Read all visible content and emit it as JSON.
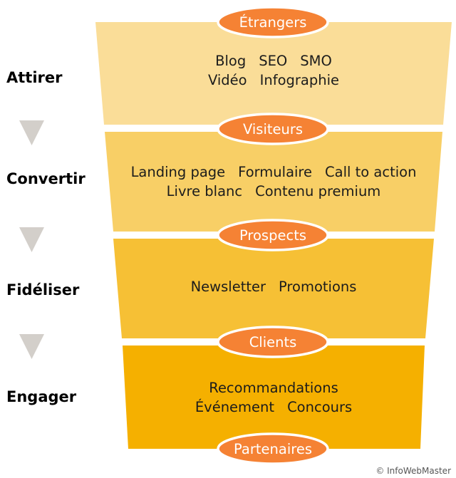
{
  "colors": {
    "segments": [
      "#FADD98",
      "#F8CF66",
      "#F6C035",
      "#F5B000"
    ],
    "pill_fill": "#F58234",
    "pill_stroke": "#FFFFFF",
    "arrow": "#D3CFCA",
    "text": "#1C1C1C",
    "credit": "#555555"
  },
  "stages": [
    {
      "label": "Attirer",
      "items_lines": [
        [
          "Blog",
          "SEO",
          "SMO"
        ],
        [
          "Vidéo",
          "Infographie"
        ]
      ]
    },
    {
      "label": "Convertir",
      "items_lines": [
        [
          "Landing page",
          "Formulaire",
          "Call to action"
        ],
        [
          "Livre blanc",
          "Contenu premium"
        ]
      ]
    },
    {
      "label": "Fidéliser",
      "items_lines": [
        [
          "Newsletter",
          "Promotions"
        ]
      ]
    },
    {
      "label": "Engager",
      "items_lines": [
        [
          "Recommandations"
        ],
        [
          "Événement",
          "Concours"
        ]
      ]
    }
  ],
  "audiences": [
    "Étrangers",
    "Visiteurs",
    "Prospects",
    "Clients",
    "Partenaires"
  ],
  "arrows": [
    "down-triangle-icon",
    "down-triangle-icon",
    "down-triangle-icon"
  ],
  "credit": "© InfoWebMaster"
}
